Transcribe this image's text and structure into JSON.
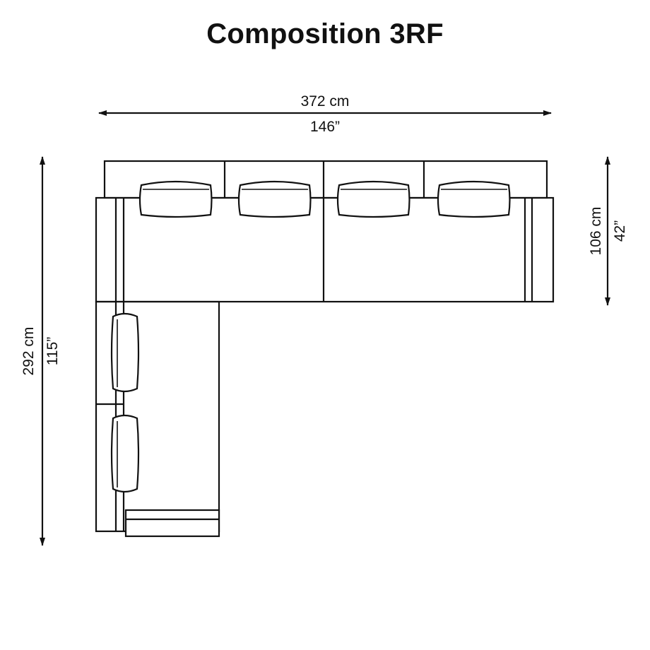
{
  "title": "Composition 3RF",
  "dimensions": {
    "width_cm": "372 cm",
    "width_in": "146”",
    "depth_cm": "106 cm",
    "depth_in": "42”",
    "length_cm": "292 cm",
    "length_in": "115”"
  },
  "colors": {
    "line": "#111111",
    "background": "#ffffff"
  }
}
